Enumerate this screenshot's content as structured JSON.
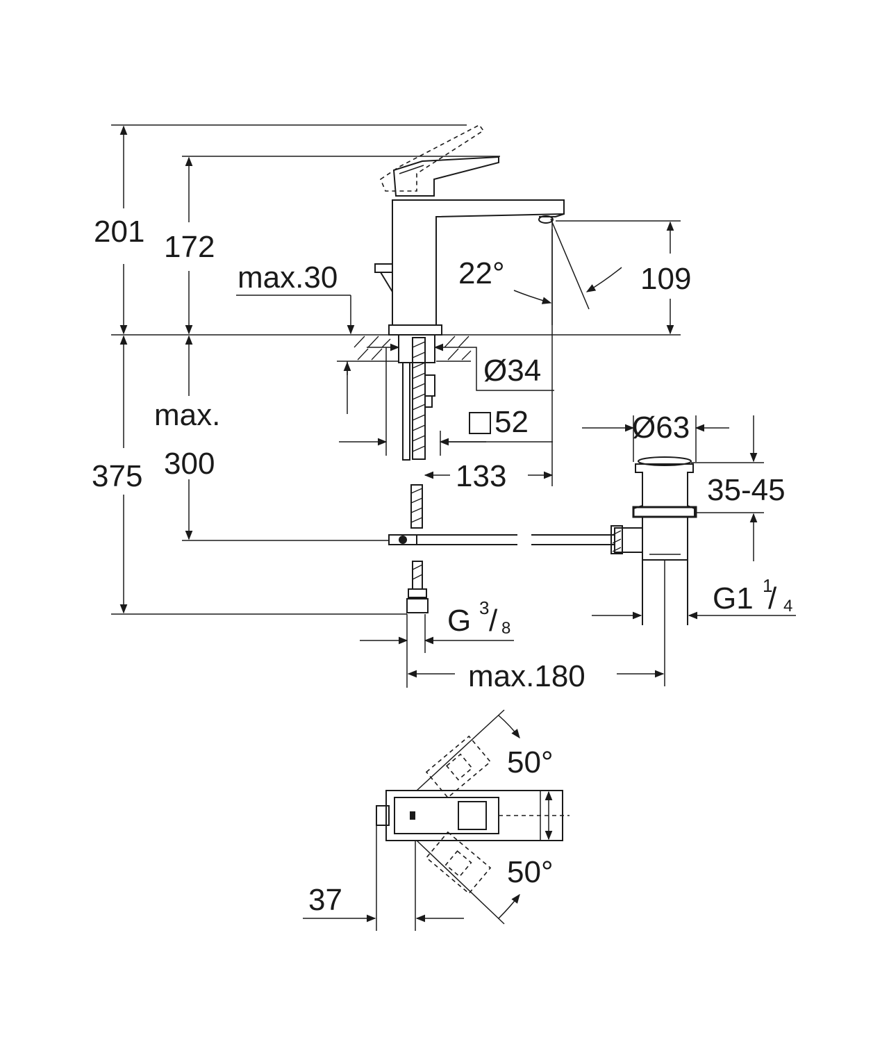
{
  "dimensions": {
    "d201": "201",
    "d172": "172",
    "max30": "max.30",
    "angle22": "22°",
    "d109": "109",
    "dia34": "Ø34",
    "max_label": "max.",
    "d300": "300",
    "d375": "375",
    "sq52": "52",
    "d133": "133",
    "dia63": "Ø63",
    "range": "35-45",
    "g1_main": "G1",
    "g1_num": "1",
    "g1_slash": "/",
    "g1_den": "4",
    "g38_main": "G",
    "g38_num": "3",
    "g38_slash": "/",
    "g38_den": "8",
    "max180": "max.180",
    "angle50_top": "50°",
    "angle50_bottom": "50°",
    "d37": "37"
  }
}
